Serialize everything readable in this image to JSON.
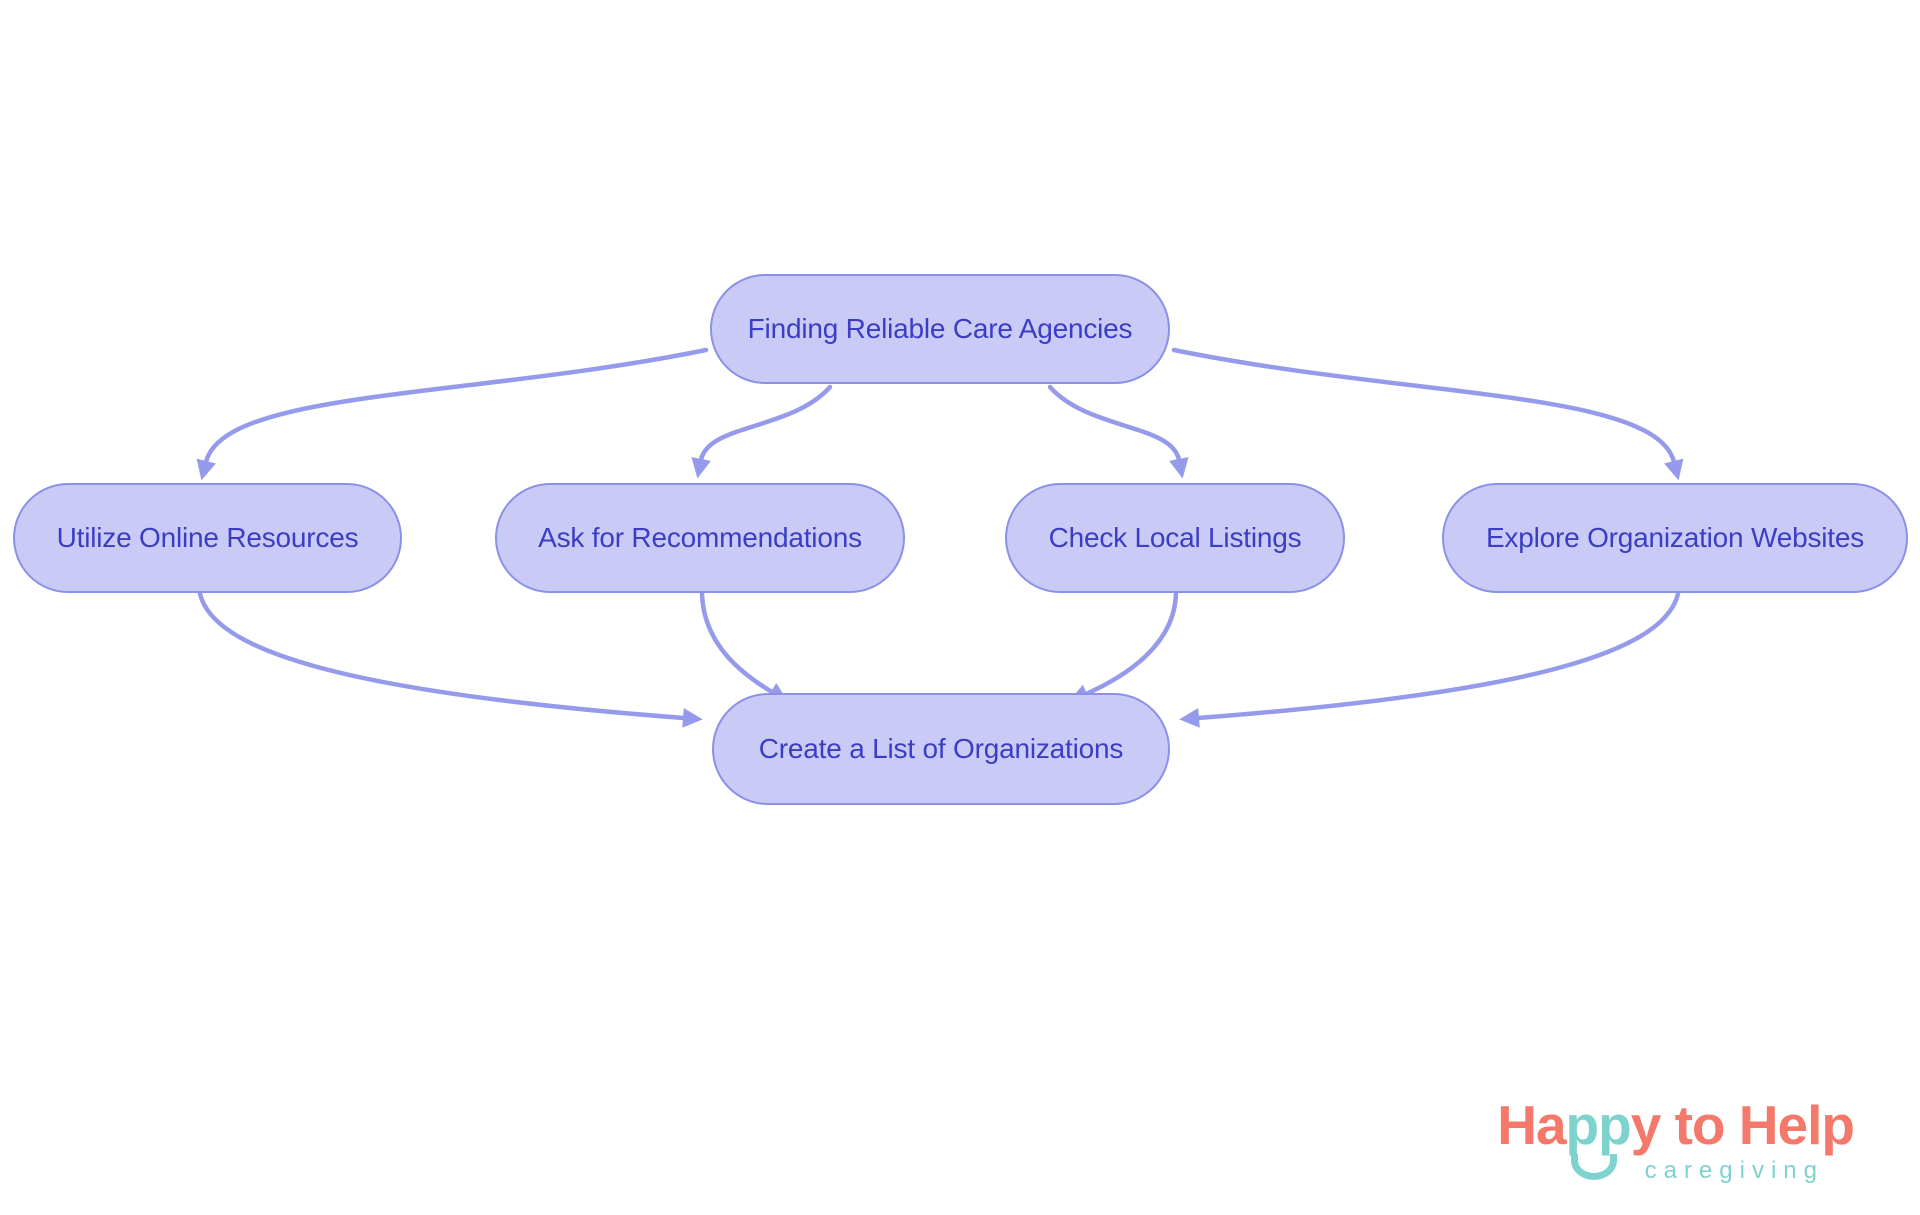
{
  "diagram": {
    "title_node": "Finding Reliable Care Agencies",
    "middle_nodes": [
      "Utilize Online Resources",
      "Ask for Recommendations",
      "Check Local Listings",
      "Explore Organization Websites"
    ],
    "bottom_node": "Create a List of Organizations"
  },
  "colors": {
    "node_fill": "#c9cbf6",
    "node_border": "#8b90e9",
    "node_text": "#3b3ec2",
    "arrow": "#959aeb",
    "logo_coral": "#f4796b",
    "logo_teal": "#7ed3ce",
    "background": "#ffffff"
  },
  "logo": {
    "part1": "Ha",
    "part2": "pp",
    "part3": "y to Help",
    "subtitle": "caregiving"
  }
}
